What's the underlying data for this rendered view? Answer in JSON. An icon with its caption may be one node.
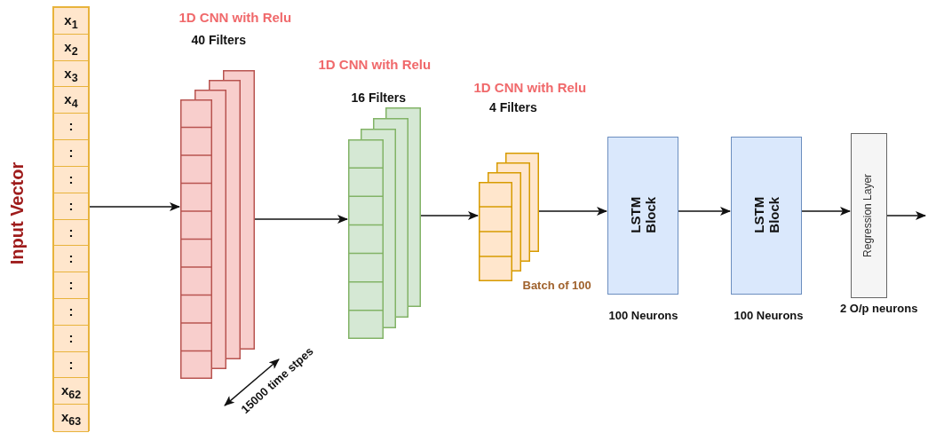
{
  "diagram": {
    "nodes": [
      {
        "text": [],
        "shape": "bar",
        "beside": [
          "Input Vector"
        ]
      },
      {
        "text": [
          "x$_{1}$"
        ],
        "in": 0
      },
      {
        "text": [
          "x$_{2}$"
        ],
        "in": 0
      },
      {
        "text": [
          "x$_{3}$"
        ],
        "in": 0
      },
      {
        "text": [
          "x$_{4}$"
        ],
        "in": 0
      },
      {
        "text": [
          ":"
        ],
        "in": 0
      },
      {
        "text": [
          ":"
        ],
        "in": 0
      },
      {
        "text": [
          ":"
        ],
        "in": 0
      },
      {
        "text": [
          ":"
        ],
        "in": 0
      },
      {
        "text": [
          ":"
        ],
        "in": 0
      },
      {
        "text": [
          ":"
        ],
        "in": 0
      },
      {
        "text": [
          ":"
        ],
        "in": 0
      },
      {
        "text": [
          ":"
        ],
        "in": 0
      },
      {
        "text": [
          ":"
        ],
        "in": 0
      },
      {
        "text": [
          ":"
        ],
        "in": 0
      },
      {
        "text": [
          "x$_{62}$"
        ],
        "in": 0
      },
      {
        "text": [
          "x$_{63}$"
        ],
        "in": 0
      },
      {
        "text": [
          "1D CNN with Relu",
          "40 Filters"
        ]
      },
      {
        "text": [
          "1D CNN with Relu",
          "16 Filters"
        ]
      },
      {
        "text": [
          "1D CNN with Relu",
          "4 Filters"
        ],
        "beside": [
          "Batch of 100"
        ]
      },
      {
        "text": [
          "LSTM Block"
        ],
        "beside": [
          "100 Neurons"
        ]
      },
      {
        "text": [
          "LSTM Block"
        ],
        "beside": [
          "100 Neurons"
        ]
      },
      {
        "text": [
          "Regression Layer"
        ],
        "beside": [
          "2 O/p neurons"
        ]
      }
    ],
    "edges": [
      {
        "from": 0,
        "to": 17,
        "arrow": "to"
      },
      {
        "from": 17,
        "to": 18,
        "arrow": "to"
      },
      {
        "from": 18,
        "to": 19,
        "arrow": "to"
      },
      {
        "from": 19,
        "to": 20,
        "arrow": "to"
      },
      {
        "from": 20,
        "to": 21,
        "arrow": "to"
      },
      {
        "from": 21,
        "to": 22,
        "arrow": "to"
      },
      {
        "from": 22,
        "to": null,
        "arrow": "to"
      }
    ],
    "labels": [
      "15000 time stpes"
    ]
  }
}
